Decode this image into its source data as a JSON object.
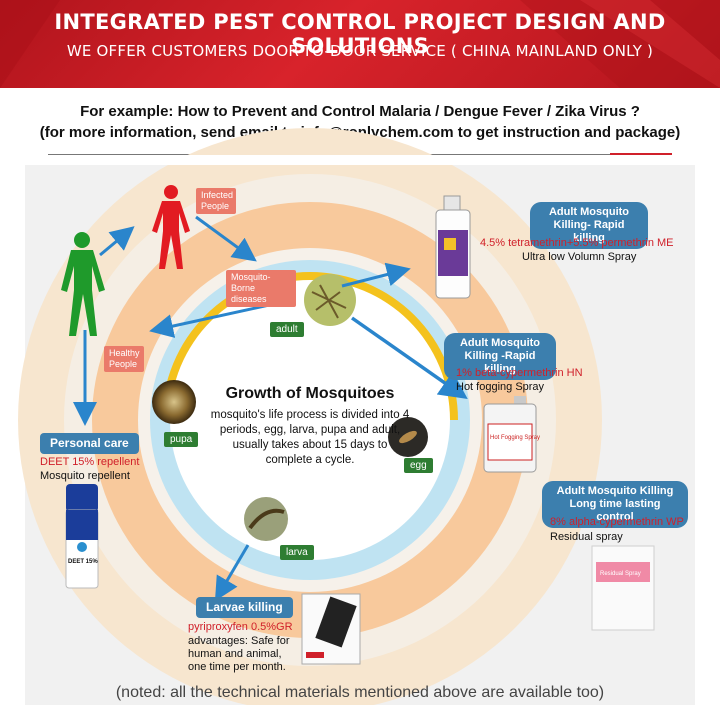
{
  "header": {
    "title": "INTEGRATED PEST CONTROL PROJECT DESIGN AND SOLUTIONS",
    "subtitle": "WE OFFER CUSTOMERS DOOR-TO-DOOR SERVICE ( CHINA MAINLAND ONLY )"
  },
  "intro": {
    "line1": "For example: How to Prevent and Control Malaria / Dengue Fever / Zika Virus ?",
    "line2": "(for more information, send email to info@ronlychem.com to get instruction and package)"
  },
  "center": {
    "title": "Growth of Mosquitoes",
    "body": "mosquito's life process is divided into 4 periods, egg, larva, pupa and adult, usually takes about 15 days to complete a cycle."
  },
  "stages": {
    "adult": "adult",
    "egg": "egg",
    "larva": "larva",
    "pupa": "pupa"
  },
  "transmission": {
    "infected": "Infected People",
    "borne": "Mosquito-Borne diseases",
    "healthy": "Healthy People"
  },
  "solutions": {
    "adult_rapid_me": {
      "title": "Adult Mosquito Killing- Rapid killing",
      "ingredient": "4.5% tetramethrin+5.5% permethrin ME",
      "usage": "Ultra low Volumn Spray"
    },
    "adult_rapid_hn": {
      "title": "Adult Mosquito Killing -Rapid killing",
      "ingredient": "1% beta-cypermethrin HN",
      "usage": "Hot fogging Spray"
    },
    "adult_long": {
      "title": "Adult Mosquito Killing Long time lasting control",
      "ingredient": "8% alpha-cypermethrin WP",
      "usage": "Residual spray"
    },
    "personal": {
      "title": "Personal care",
      "ingredient": "DEET 15% repellent",
      "usage": "Mosquito repellent"
    },
    "larvae": {
      "title": "Larvae killing",
      "ingredient": "pyriproxyfen 0.5%GR",
      "usage": "advantages: Safe for human and animal, one time per month."
    }
  },
  "products": {
    "hot_fog_label": "Hot Fogging Spray",
    "deet_label": "DEET 15%",
    "residual_label": "Residual Spray"
  },
  "footer": {
    "note": "(noted: all the technical materials mentioned above are available too)"
  },
  "colors": {
    "banner_red": "#c81d25",
    "ring_outer": "#f7e2c9",
    "ring_mid": "#f7c89a",
    "ring_blue": "#bfe3f2",
    "ring_yellow": "#f4c21d",
    "pill_blue": "#3c7fae",
    "stage_green": "#2e7d32",
    "arrow_blue": "#2a85cc",
    "text_red": "#d0202a"
  },
  "icons": [
    "healthy-person-icon",
    "infected-person-icon",
    "arrow-icon"
  ]
}
